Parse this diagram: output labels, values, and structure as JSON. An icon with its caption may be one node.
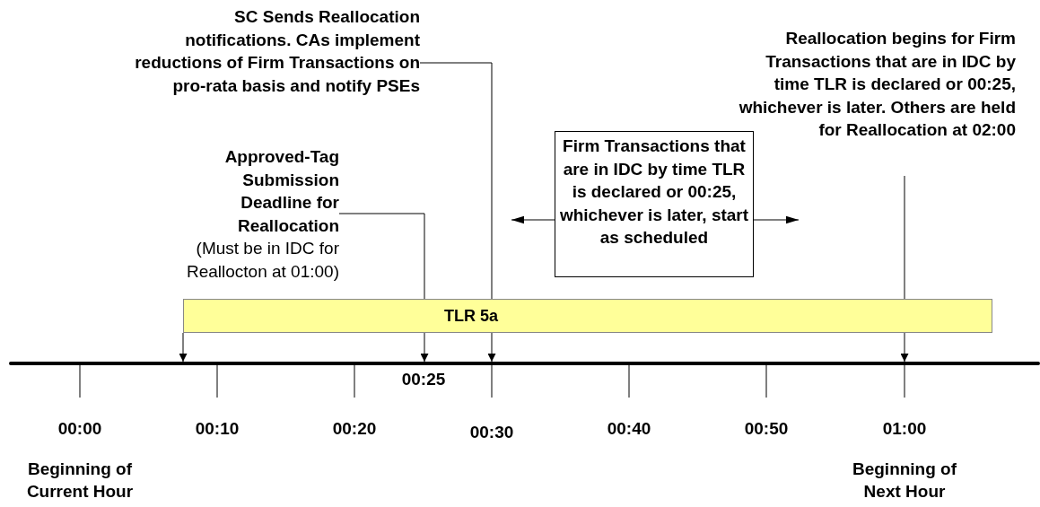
{
  "diagram": {
    "nodes": [
      {
        "text": [
          "SC Sends Reallocation notifications. CAs implement reductions of Firm Transactions on pro-rata basis and notify PSEs"
        ]
      },
      {
        "text": [
          "Approved-Tag Submission Deadline for Reallocation",
          "(Must be in IDC for Reallocton at 01:00)"
        ]
      },
      {
        "text": [
          "Firm Transactions that are in IDC by time TLR is declared or 00:25, whichever is later, start as scheduled"
        ]
      },
      {
        "text": [
          "Reallocation begins for Firm Transactions that are in IDC by time TLR is declared or 00:25, whichever is later. Others are held for Reallocation at 02:00"
        ]
      },
      {
        "text": [
          "TLR 5a"
        ]
      },
      {
        "text": [],
        "shape": "bar"
      }
    ],
    "edges": [
      {
        "from": 4,
        "to": 5,
        "arrow": "to"
      },
      {
        "from": 1,
        "to": 5,
        "arrow": "to"
      },
      {
        "from": 0,
        "to": 5,
        "arrow": "to"
      },
      {
        "from": 3,
        "to": 5,
        "arrow": "to"
      },
      {
        "from": 2,
        "to": null,
        "arrow": "to"
      },
      {
        "from": 2,
        "to": null,
        "arrow": "to"
      }
    ],
    "labels": [
      "00:25",
      "00:00",
      "00:10",
      "00:20",
      "00:30",
      "00:40",
      "00:50",
      "01:00",
      "Beginning of Current Hour",
      "Beginning of Next Hour"
    ]
  }
}
